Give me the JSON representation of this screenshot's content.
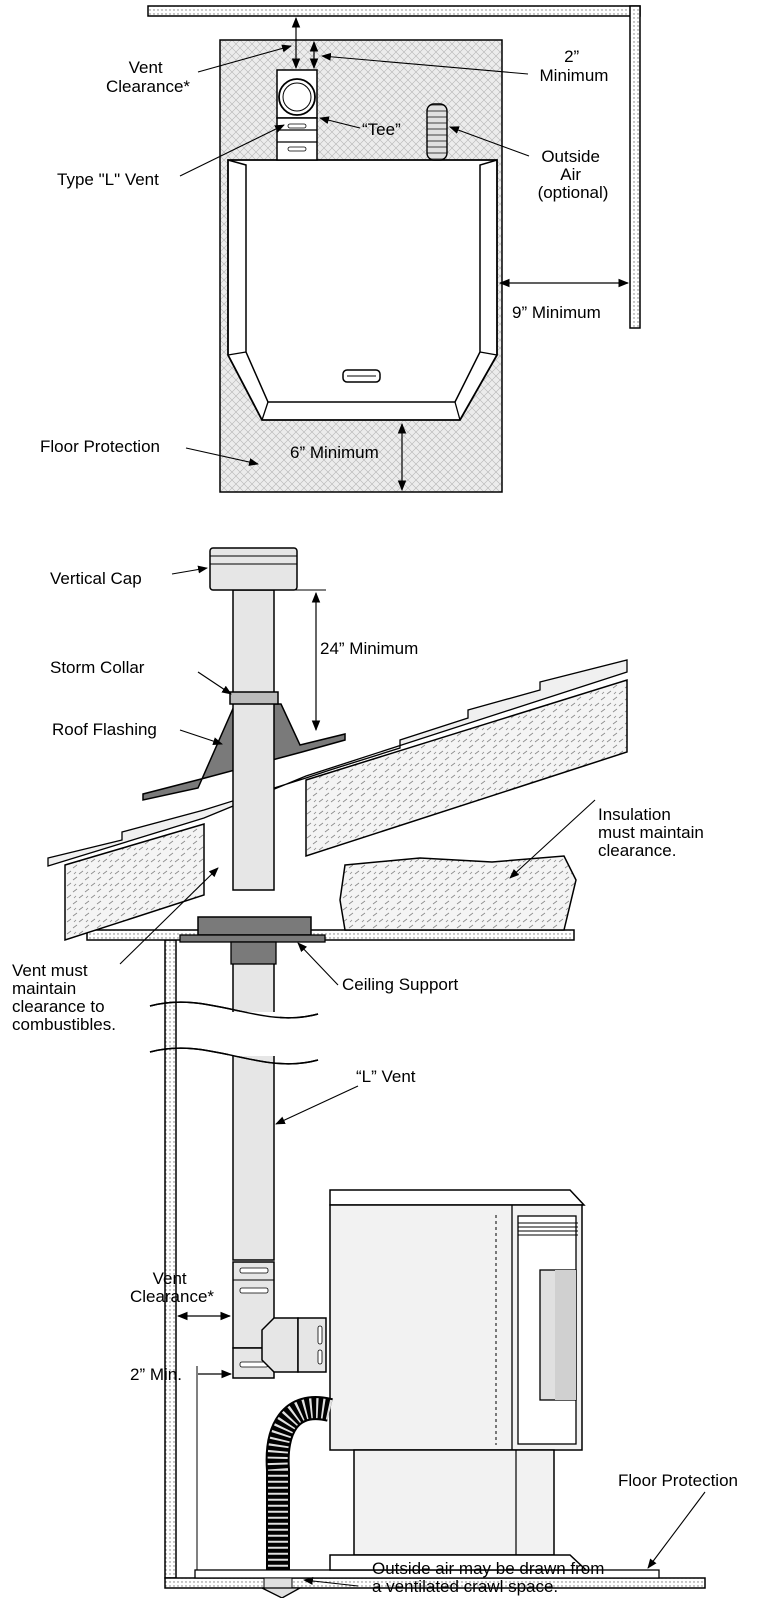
{
  "top_view": {
    "vent_clearance": [
      "Vent",
      "Clearance*"
    ],
    "two_min": [
      "2”",
      "Minimum"
    ],
    "tee": "“Tee”",
    "type_l_vent": "Type \"L\" Vent",
    "outside_air": [
      "Outside",
      "Air",
      "(optional)"
    ],
    "nine_min": "9” Minimum",
    "floor_protection": "Floor Protection",
    "six_min": "6” Minimum"
  },
  "side_view": {
    "vertical_cap": "Vertical Cap",
    "twentyfour_min": "24” Minimum",
    "storm_collar": "Storm Collar",
    "roof_flashing": "Roof Flashing",
    "insulation": [
      "Insulation",
      "must maintain",
      "clearance."
    ],
    "vent_must": [
      "Vent must",
      "maintain",
      "clearance to",
      "combustibles."
    ],
    "ceiling_support": "Ceiling Support",
    "l_vent": "“L” Vent",
    "vent_clearance": [
      "Vent",
      "Clearance*"
    ],
    "two_min": "2” Min.",
    "floor_protection": "Floor Protection",
    "outside_air_note": [
      "Outside air may be drawn from",
      "a ventilated crawl space."
    ]
  },
  "colors": {
    "line": "#000000",
    "pipe": "#e6e6e6",
    "flashing": "#7a7a7a",
    "stove": "#f2f2f2"
  }
}
